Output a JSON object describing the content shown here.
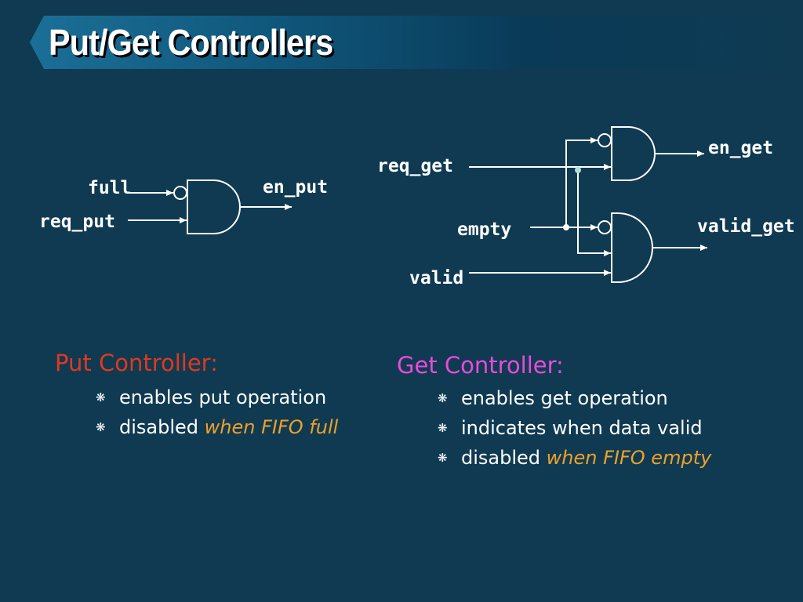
{
  "slide": {
    "title": "Put/Get Controllers",
    "colors": {
      "background": "#0f3a52",
      "put_heading": "#e0391e",
      "get_heading": "#e94bd8",
      "emphasis": "#f0a02a",
      "wire": "#ffffff"
    }
  },
  "diagram": {
    "put_inputs": [
      "full",
      "req_put"
    ],
    "put_output": "en_put",
    "get_inputs": [
      "req_get",
      "empty",
      "valid"
    ],
    "get_outputs": [
      "en_get",
      "valid_get"
    ]
  },
  "put_controller": {
    "heading": "Put Controller:",
    "bullets": [
      {
        "icon": "snowflake-bullet-icon",
        "text": "enables put operation",
        "emphasis": ""
      },
      {
        "icon": "snowflake-bullet-icon",
        "text": "disabled ",
        "emphasis": "when FIFO full"
      }
    ]
  },
  "get_controller": {
    "heading": "Get Controller:",
    "bullets": [
      {
        "icon": "snowflake-bullet-icon",
        "text": "enables get operation",
        "emphasis": ""
      },
      {
        "icon": "snowflake-bullet-icon",
        "text": "indicates when data valid",
        "emphasis": ""
      },
      {
        "icon": "snowflake-bullet-icon",
        "text": "disabled ",
        "emphasis": "when FIFO empty"
      }
    ]
  }
}
